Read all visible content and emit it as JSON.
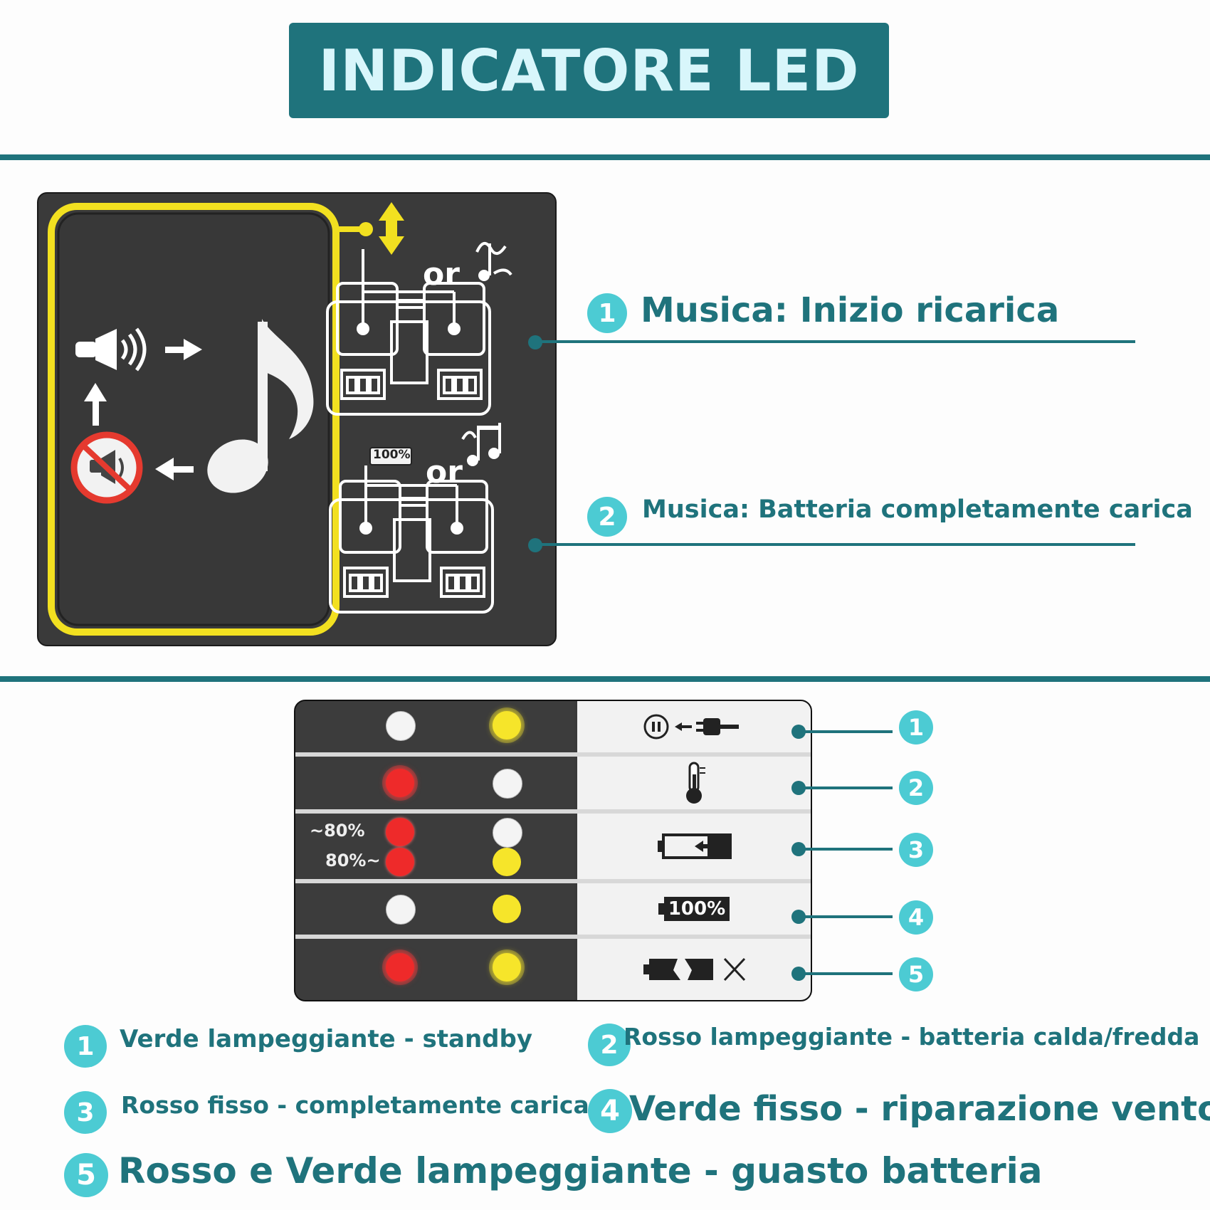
{
  "title": "INDICATORE LED",
  "colors": {
    "accent": "#1f737c",
    "badge": "#4ccbd3",
    "panel": "#3a3a3a",
    "yellow": "#f2e020"
  },
  "panel": {
    "or_label_1": "or",
    "or_label_2": "or",
    "battery_label": "100%"
  },
  "music_callouts": [
    {
      "num": "1",
      "text": "Musica: Inizio ricarica"
    },
    {
      "num": "2",
      "text": "Musica: Batteria completamente carica"
    }
  ],
  "led_table": {
    "rows": [
      {
        "num": "1",
        "left_led": "white",
        "right_led": "yellow-flashing",
        "icon": "plug-to-socket-icon"
      },
      {
        "num": "2",
        "left_led": "red-flashing",
        "right_led": "white",
        "icon": "thermometer-icon"
      },
      {
        "num": "3",
        "pct_low": "~80%",
        "pct_high": "80%~",
        "left_led": "red",
        "right_led": "white/yellow",
        "icon": "battery-charging-icon"
      },
      {
        "num": "4",
        "left_led": "white",
        "right_led": "yellow",
        "icon": "battery-full-icon",
        "battery_label": "100%"
      },
      {
        "num": "5",
        "left_led": "red-flashing",
        "right_led": "yellow-flashing",
        "icon": "battery-fault-icon"
      }
    ]
  },
  "legend": [
    {
      "num": "1",
      "text": "Verde lampeggiante - standby"
    },
    {
      "num": "2",
      "text": "Rosso lampeggiante - batteria calda/fredda"
    },
    {
      "num": "3",
      "text": "Rosso fisso - completamente carica"
    },
    {
      "num": "4",
      "text": "Verde fisso - riparazione ventola"
    },
    {
      "num": "5",
      "text": "Rosso e Verde lampeggiante - guasto batteria"
    }
  ]
}
